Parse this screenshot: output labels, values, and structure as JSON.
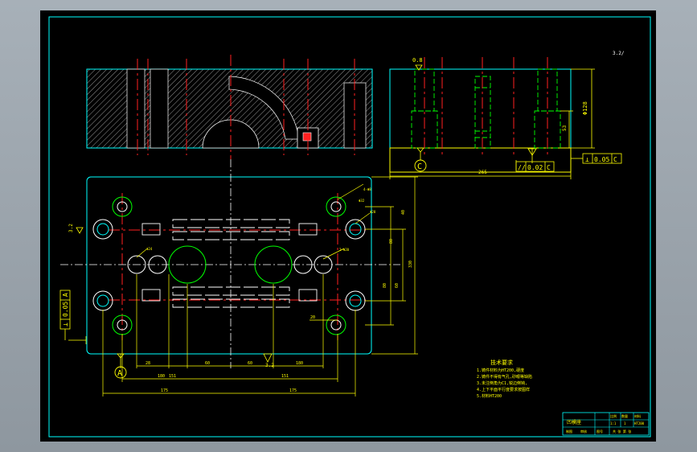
{
  "viewport": {
    "background": "#9aa3ad",
    "canvas_background": "#000000"
  },
  "colors": {
    "frame": "#00ffff",
    "part_outline": "#00ffff",
    "hatch": "#ffffff",
    "center_line": "#ff2020",
    "hidden_line": "#00ff00",
    "dimension": "#ffff00",
    "hole": "#00ff00",
    "slot": "#ffffff"
  },
  "surface_roughness": {
    "top_right": "3.2/",
    "front_view_left": "3.2",
    "bottom": "3.2",
    "side_top": "0.8"
  },
  "side_view": {
    "tolerance_flatness": {
      "symbol": "⊥",
      "value": "0.05",
      "datum": "C"
    },
    "tolerance_parallel": {
      "symbol": "//",
      "value": "0.02",
      "datum": "C"
    },
    "datum_label": "C",
    "width_dim": "265",
    "height_dim": "Φ128",
    "small_dim": "53"
  },
  "plan_view": {
    "tolerance_left": {
      "symbol": "⊥",
      "value": "0.05",
      "datum": "A"
    },
    "datum_label": "A",
    "hole_labels": [
      "4-Φ8",
      "Φ32",
      "Φ28",
      "2-Φ20",
      "Φ24"
    ],
    "bottom_dims": [
      "28",
      "180",
      "60",
      "60",
      "180",
      "151",
      "151",
      "175",
      "175"
    ],
    "right_dims": [
      "80",
      "60",
      "80",
      "40",
      "330"
    ],
    "left_dim": "20"
  },
  "notes": {
    "title": "技术要求",
    "lines": [
      "1.铸件材料为HT200,硬度",
      "2.铸件不得有气孔,砂眼等缺陷",
      "3.未注倒角为C1,锐边倒钝,",
      "4.上下平面平行度要求按图样",
      "5.材料HT200"
    ]
  },
  "title_block": {
    "cells": [
      "凹模座",
      "比例",
      "数量",
      "材料",
      "1:1",
      "1",
      "HT200",
      "制图",
      "审核",
      "图号",
      "共 张 第 张"
    ]
  }
}
